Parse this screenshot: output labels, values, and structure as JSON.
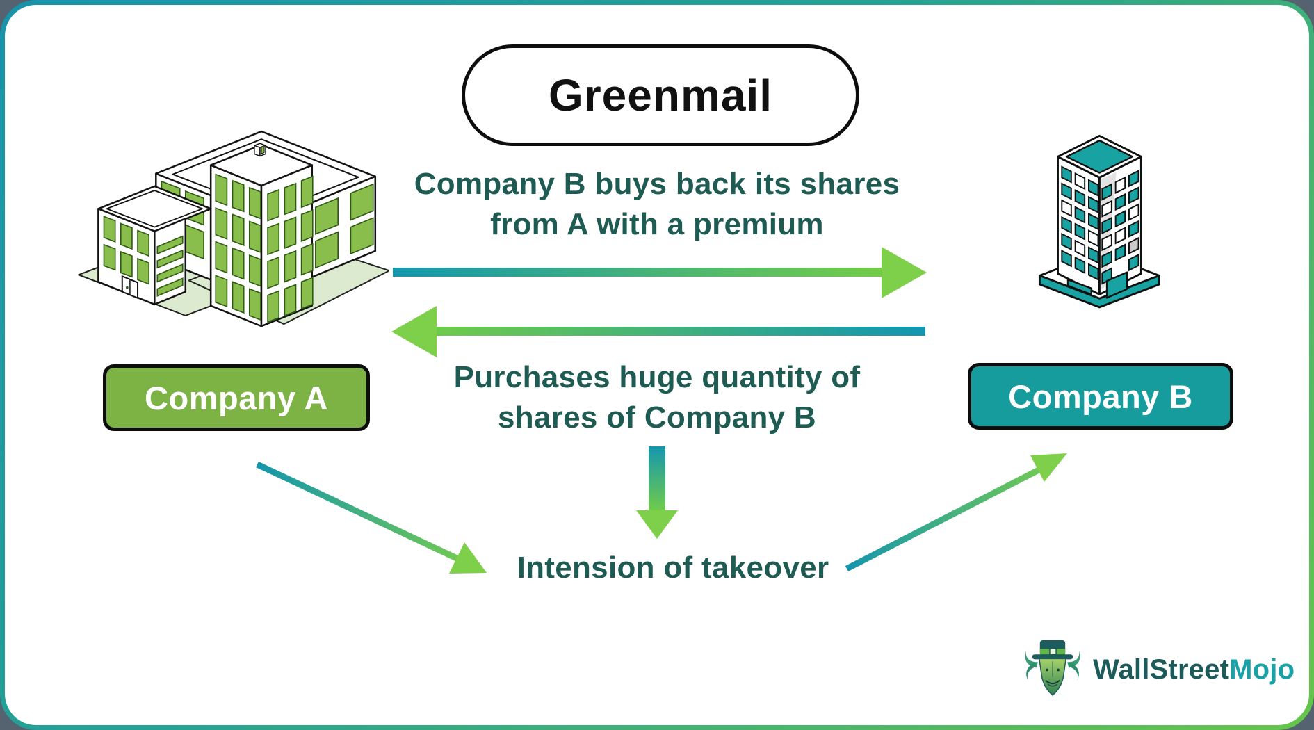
{
  "title": "Greenmail",
  "flow_top": {
    "line1": "Company B buys back its shares",
    "line2": "from A with a premium"
  },
  "flow_bottom": {
    "line1": "Purchases huge quantity of",
    "line2": "shares of Company B"
  },
  "takeover_label": "Intension of takeover",
  "company_a": {
    "label": "Company A"
  },
  "company_b": {
    "label": "Company B"
  },
  "logo": {
    "wallstreet": "WallStreet",
    "mojo": "Mojo"
  },
  "icons": {
    "company_a": "office-building-icon",
    "company_b": "tower-building-icon",
    "logo": "bull-with-top-hat-icon"
  },
  "colors": {
    "outside_bg": "#556270",
    "border_teal": "#1794ab",
    "border_green": "#66c64b",
    "arrow_teal": "#1497ae",
    "arrow_green": "#7ccf49",
    "heading_text": "#111111",
    "flow_text": "#1d5b53",
    "company_a_fill": "#7cb344",
    "company_b_fill": "#169c9c",
    "logo_dark": "#1d5a5a",
    "logo_teal": "#18a2a8"
  }
}
